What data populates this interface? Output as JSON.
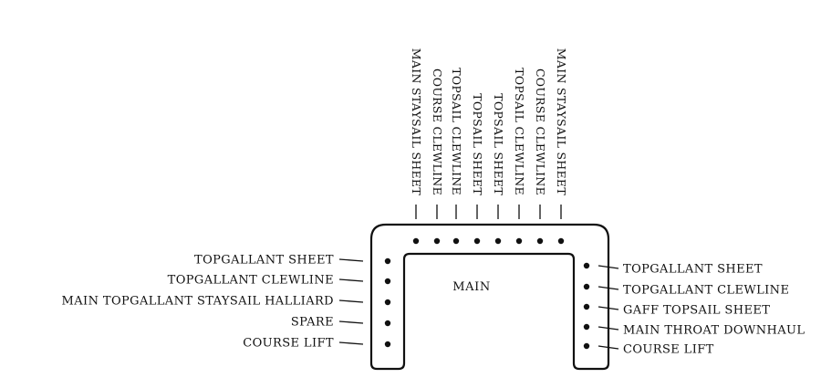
{
  "rail": {
    "center_label": "MAIN"
  },
  "top_pins": [
    "MAIN STAYSAIL SHEET",
    "COURSE CLEWLINE",
    "TOPSAIL CLEWLINE",
    "TOPSAIL SHEET",
    "TOPSAIL SHEET",
    "TOPSAIL CLEWLINE",
    "COURSE CLEWLINE",
    "MAIN STAYSAIL SHEET"
  ],
  "left_pins": [
    "TOPGALLANT SHEET",
    "TOPGALLANT CLEWLINE",
    "MAIN TOPGALLANT STAYSAIL HALLIARD",
    "SPARE",
    "COURSE LIFT"
  ],
  "right_pins": [
    "TOPGALLANT SHEET",
    "TOPGALLANT CLEWLINE",
    "GAFF TOPSAIL SHEET",
    "MAIN THROAT DOWNHAUL",
    "COURSE LIFT"
  ]
}
